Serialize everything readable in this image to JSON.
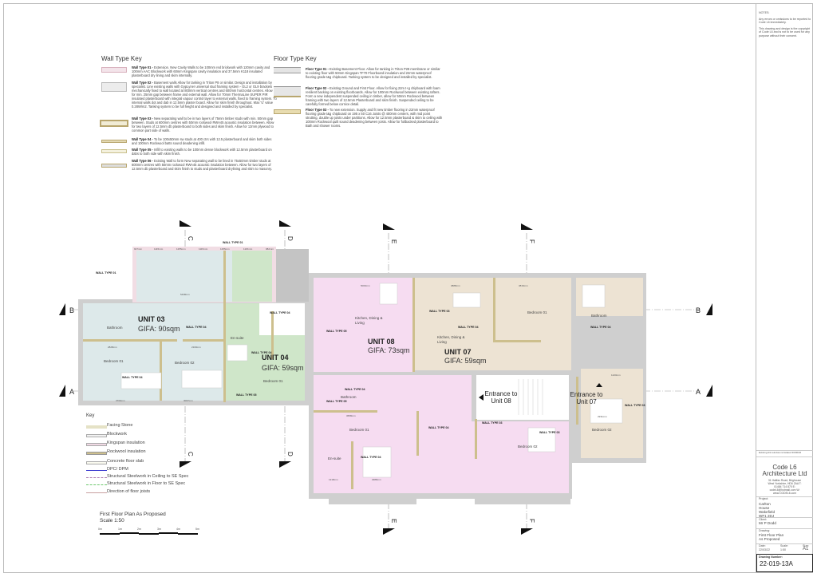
{
  "wall_key": {
    "title": "Wall Type Key",
    "items": [
      {
        "name": "Wall Type 01 -",
        "text": "Extension. New Cavity Walls to be 100mm red brickwork with 120mm cavity and 100mm AAC Blockwork with 60mm Kingspan cavity insulation and 37.5mm K118 insulated plasterboard dry lining and skim internally."
      },
      {
        "name": "Wall Type 02 -",
        "text": "Basement walls Allow for tanking in Triton P8 or similar. Design and installation by specialist. Line existing walls with GypLyner universal stud framing system - GL2 or GL9 brackets mechanically fixed to wall located at 800mm vertical centres and 600mm horizontal centres. Allow for min. 25mm gap between frame and external wall. Allow for 70mm ThermaLine SUPER PIR insulated plasterboard with integral vapour control layer to external walls, fixed to framing system. To internal walls dot and dab in 12.5mm plaster board. Allow for skim finish throughout. Max 'U' value 0.28W/m2. Tanking system to be full height and designed and installed by specialist."
      },
      {
        "name": "Wall Type 03 -",
        "text": "New separating wall to be in two layers of 75mm timber studs with min. 50mm gap between. Studs at 600mm centres with 50mm rockwool RWA45 acoustic insulation between. Allow for two layers of 12.5mm db plasterboard to both sides and skim finish. Allow for 12mm plywood to common part side of walls."
      },
      {
        "name": "Wall Type 04 -",
        "text": "To be 100x50mm sw studs at 400 ctrs with 12.5 plasterboard and skim both sides and 100mm Rockwool batts sound deadening infill."
      },
      {
        "name": "Wall Type 05 -",
        "text": "Infill to existing walls to be 100mm dense blockwork with 12.5mm plasterboard on dabs to both side with skim finish."
      },
      {
        "name": "Wall Type 06 -",
        "text": "Existing Wall to form New separating wall to be lined in 75x50mm timber studs at 600mm centres with 50mm rockwool RWA45 acoustic insulation between. Allow for two layers of 12.5mm db plasterboard and skim finish to studs and plasterboard drylining and skim to masonry."
      }
    ]
  },
  "floor_key": {
    "title": "Floor Type Key",
    "items": [
      {
        "name": "Floor Type 01 -",
        "text": "Existing Basement Floor. Allow for tanking in Triton P28 membrane or similar to existing floor with 50mm Kingspan TF70 Floorboard insulation and 22mm waterproof flooring grade t&g chipboard. Tanking system to be designed and installed by specialist."
      },
      {
        "name": "Floor Type 02 -",
        "text": "Existing Ground and First Floor. Allow for fixing 22m t+g chipboard with foam resilient backing on existing floorboards. Allow for 100mm Rockwool between existing rafters. Form a new independent suspended ceiling in timber, allow for 50mm Rockwool between framing with two layers of 12.5mm Plasterboard and skim finish. Suspended ceiling to be carefully formed below cornice detail."
      },
      {
        "name": "Floor Type 03 -",
        "text": "To new extension. Supply and fit new timber flooring in 22mm waterproof flooring grade t&g chipboard on 195 x 50 C16 Joists @ 400mm centers, with mid point strutting, double up joists under partitions. Allow for 12.5mm plasterboard & skim to ceiling with 100mm Rockwool quilt sound deadening between joists. Allow for foilbacked plasterboard to Bath and shower rooms."
      }
    ]
  },
  "plan": {
    "units": [
      {
        "name": "UNIT 03",
        "gifa": "GIFA: 90sqm",
        "color": "#dde9ea"
      },
      {
        "name": "UNIT 04",
        "gifa": "GIFA: 59sqm",
        "color": "#cfe6c9"
      },
      {
        "name": "UNIT 08",
        "gifa": "GIFA: 73sqm",
        "color": "#f6dcf1"
      },
      {
        "name": "UNIT 07",
        "gifa": "GIFA: 59sqm",
        "color": "#ede3d3"
      }
    ],
    "rooms": [
      "Bathroom",
      "Bedroom 01",
      "Bedroom 02",
      "En-suite",
      "Bedroom 01",
      "Kitchen, Dining &",
      "Living",
      "Kitchen, Dining &",
      "Living",
      "Bedroom 01",
      "Bathroom",
      "Bathroom",
      "Bedroom 01",
      "En-suite",
      "Bedroom 02",
      "Bedroom 02"
    ],
    "entrances": [
      {
        "line1": "Entrance to",
        "line2": "Unit 08"
      },
      {
        "line1": "Entrance to",
        "line2": "Unit 07"
      }
    ],
    "wall_labels": [
      "WALL TYPE 01",
      "WALL TYPE 01",
      "WALL TYPE 04",
      "WALL TYPE 04",
      "WALL TYPE 04",
      "WALL TYPE 04",
      "WALL TYPE 05",
      "WALL TYPE 05",
      "WALL TYPE 03",
      "WALL TYPE 04",
      "WALL TYPE 04",
      "WALL TYPE 04",
      "WALL TYPE 05",
      "WALL TYPE 04",
      "WALL TYPE 04",
      "WALL TYPE 03",
      "WALL TYPE 03",
      "WALL TYPE 03"
    ],
    "dimensions": [
      "927mm",
      "1115mm",
      "1255mm",
      "1115mm",
      "1255mm",
      "1115mm",
      "982mm",
      "5438mm",
      "2828mm",
      "2100mm",
      "3700mm",
      "3067mm",
      "5000mm",
      "3888mm",
      "3816mm",
      "3658mm",
      "2988mm",
      "1318mm",
      "2931mm",
      "1220mm"
    ],
    "sections": [
      "A",
      "B",
      "C",
      "D",
      "E",
      "F"
    ]
  },
  "key": {
    "title": "Key",
    "items": [
      {
        "label": "Facing Stone",
        "color": "#e5e2c6"
      },
      {
        "label": "Blockwork",
        "color": "#f2f2f2"
      },
      {
        "label": "Kingspan insulation",
        "color": "#f0d9e4"
      },
      {
        "label": "Rockwool insulation",
        "color": "#cdbf8d"
      },
      {
        "label": "Concrete floor slab",
        "color": "#fafaf0"
      },
      {
        "label": "DPC/ DPM",
        "color": "#3b3bd0"
      },
      {
        "label": "Structural Steelwork in Ceiling to SE Spec",
        "color": "#b080b0"
      },
      {
        "label": "Structural Steelwork in Floor to SE Spec",
        "color": "#6cc86c"
      },
      {
        "label": "Direction of floor joists",
        "color": "#c8a0a0"
      }
    ]
  },
  "drawing_title": {
    "title": "First Floor Plan As Proposed",
    "scale": "Scale 1:50",
    "scale_ticks": [
      "0m",
      "1m",
      "2m",
      "3m",
      "4m",
      "5m"
    ]
  },
  "title_block": {
    "notes_title": "NOTES:",
    "notes_1": "Any errors or omissions to be reported to Code L6 immediately.",
    "notes_2": "This drawing and design is the copyright of Code L6 and is not to be used for any purpose without their consent.",
    "revision": "Existing link window reinstated 30/06/22",
    "company": "Code L6 Architecture Ltd",
    "address": "31 Halifax Road, Brighouse West Yorkshire, HD6 2AA T: 01484 714 870 E: codeL6@hotmail.com W: www.CODEL6.com",
    "project_label": "Project:",
    "project": "Carlton House Wakefield WF1 2DJ",
    "client_label": "Client:",
    "client": "Mr P Dodd",
    "drawing_label": "Drawing:",
    "drawing": "First Floor Plan As Proposed",
    "date_label": "Date:",
    "date": "22/03/22",
    "scale_label": "Scale:",
    "scale": "1:50",
    "size_label": "Size:",
    "size": "A1",
    "number_label": "Drawing Number:",
    "number": "22-019-13A"
  }
}
